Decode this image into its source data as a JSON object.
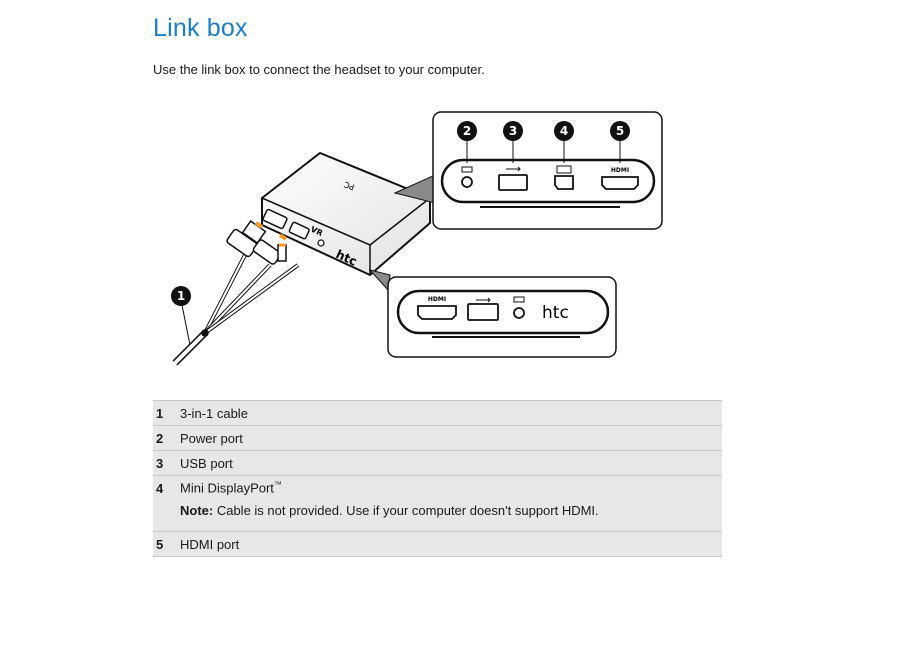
{
  "title": "Link box",
  "intro": "Use the link box to connect the headset to your computer.",
  "figure": {
    "callouts": [
      "1",
      "2",
      "3",
      "4",
      "5"
    ],
    "box_labels": {
      "pc": "PC",
      "vr": "VR",
      "brand": "htc"
    },
    "port_labels": {
      "hdmi": "HDMI"
    }
  },
  "legend": {
    "items": [
      {
        "num": "1",
        "label": "3-in-1 cable"
      },
      {
        "num": "2",
        "label": "Power port"
      },
      {
        "num": "3",
        "label": "USB port"
      },
      {
        "num": "4",
        "label": "Mini DisplayPort",
        "suffix": "™"
      },
      {
        "num": "5",
        "label": "HDMI port"
      }
    ],
    "note_label": "Note:",
    "note_text": " Cable is not provided. Use if your computer doesn't support HDMI."
  }
}
